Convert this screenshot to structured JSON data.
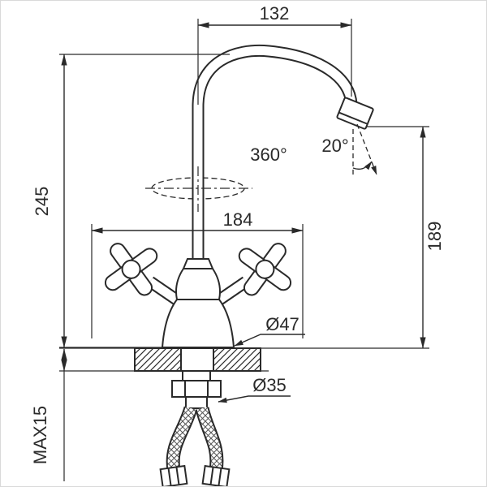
{
  "dims": {
    "spout_reach": "132",
    "height_left": "245",
    "swivel_angle": "360°",
    "nozzle_angle": "20°",
    "body_width": "184",
    "height_right": "189",
    "base_diameter": "Ø47",
    "shank_diameter": "Ø35",
    "max_counter_thickness": "MAX15"
  },
  "colors": {
    "line": "#2a2a2a",
    "background": "#ffffff"
  }
}
